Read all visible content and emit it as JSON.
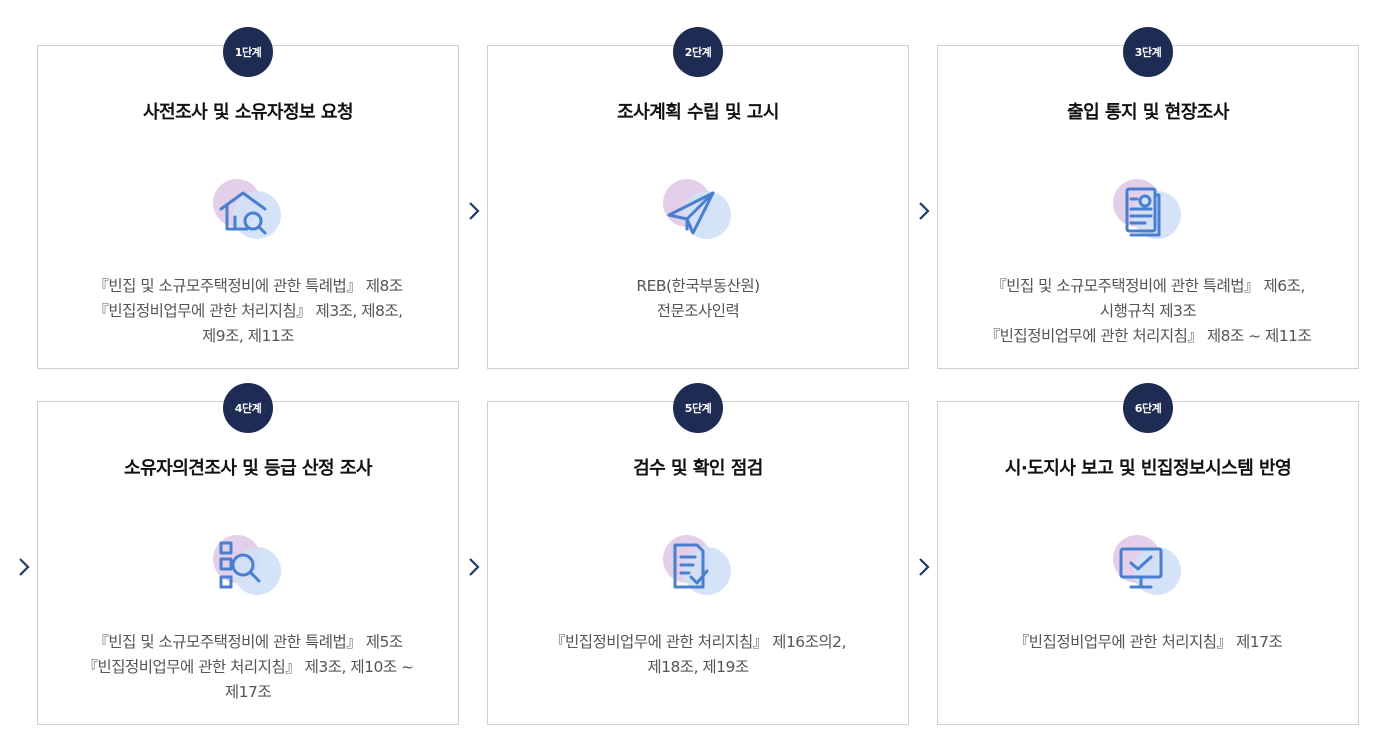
{
  "colors": {
    "badge": "#1e2b53",
    "arrow": "#1e3c6e",
    "icon_stroke": "#4a7fd0",
    "circle_purple": "#e3cfe9",
    "circle_blue": "#cfe0f6"
  },
  "steps": [
    {
      "badge": "1단계",
      "title": "사전조사 및 소유자정보 요청",
      "icon": "house-search-icon",
      "desc": [
        "『빈집 및 소규모주택정비에 관한 특례법』 제8조",
        "『빈집정비업무에 관한 처리지침』 제3조, 제8조,",
        "제9조, 제11조"
      ]
    },
    {
      "badge": "2단계",
      "title": "조사계획 수립 및 고시",
      "icon": "paper-plane-icon",
      "desc": [
        "REB(한국부동산원)",
        "전문조사인력"
      ]
    },
    {
      "badge": "3단계",
      "title": "출입 통지 및 현장조사",
      "icon": "document-seal-icon",
      "desc": [
        "『빈집 및 소규모주택정비에 관한 특례법』 제6조,",
        "시행규칙 제3조",
        "『빈집정비업무에 관한 처리지침』 제8조 ~ 제11조"
      ]
    },
    {
      "badge": "4단계",
      "title": "소유자의견조사 및 등급 산정 조사",
      "icon": "checklist-search-icon",
      "desc": [
        "『빈집 및 소규모주택정비에 관한 특례법』 제5조",
        "『빈집정비업무에 관한 처리지침』 제3조, 제10조 ~",
        "제17조"
      ]
    },
    {
      "badge": "5단계",
      "title": "검수 및 확인 점검",
      "icon": "document-check-icon",
      "desc": [
        "『빈집정비업무에 관한 처리지침』 제16조의2,",
        "제18조, 제19조"
      ]
    },
    {
      "badge": "6단계",
      "title": "시·도지사 보고 및 빈집정보시스템 반영",
      "icon": "monitor-check-icon",
      "desc": [
        "『빈집정비업무에 관한 처리지침』 제17조"
      ]
    }
  ]
}
